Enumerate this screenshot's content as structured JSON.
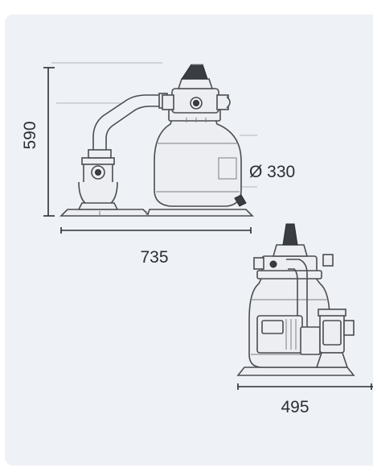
{
  "drawing_top": {
    "height_label": "590",
    "width_label": "735",
    "diameter_label": "Ø 330"
  },
  "drawing_bottom": {
    "width_label": "495"
  },
  "colors": {
    "background_panel": "#eef2f6",
    "line": "#4a4d52",
    "fill": "#eceef1",
    "text": "#2b2f33"
  }
}
